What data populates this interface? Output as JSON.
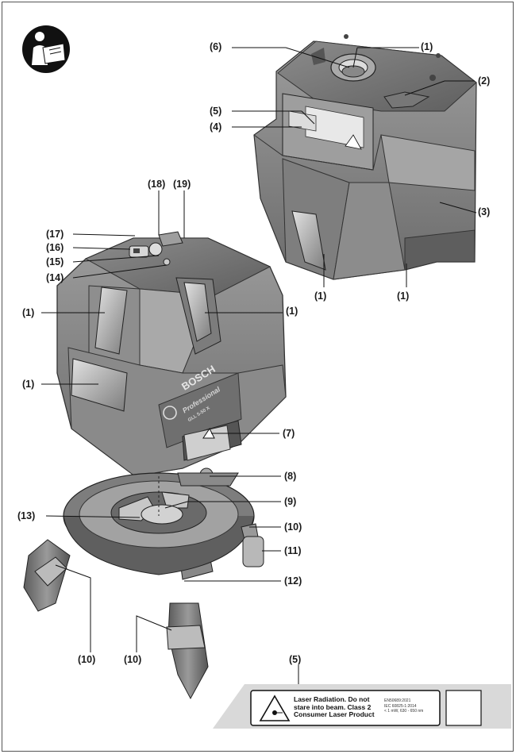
{
  "brand": {
    "name": "BOSCH",
    "line": "Professional",
    "model": "GLL 5-50 X",
    "suffix": "GLL 5-50 X"
  },
  "callouts": {
    "c6": "(6)",
    "c1_top": "(1)",
    "c2": "(2)",
    "c5_top": "(5)",
    "c4": "(4)",
    "c3": "(3)",
    "c1_rear_left": "(1)",
    "c1_rear_right": "(1)",
    "c18": "(18)",
    "c19": "(19)",
    "c17": "(17)",
    "c16": "(16)",
    "c15": "(15)",
    "c14": "(14)",
    "c1_left": "(1)",
    "c1_right": "(1)",
    "c1_lower_left": "(1)",
    "c7": "(7)",
    "c8": "(8)",
    "c9": "(9)",
    "c13": "(13)",
    "c10_right": "(10)",
    "c11": "(11)",
    "c12": "(12)",
    "c10_left": "(10)",
    "c10_mid": "(10)",
    "c5_bottom": "(5)"
  },
  "warning_label": {
    "text": [
      "Laser Radiation. Do not",
      "stare into beam. Class 2",
      "Consumer Laser Product"
    ],
    "standards": [
      "EN50689:2021",
      "IEC 60825-1:2014",
      "< 1 mW, 630 - 650 nm"
    ]
  },
  "icons": {
    "manual": "read-manual-icon",
    "laser": "laser-warning-icon"
  },
  "colors": {
    "device_dark": "#6a6a6a",
    "device_mid": "#9a9a9a",
    "device_light": "#c9c9c9",
    "line": "#1a1a1a"
  }
}
